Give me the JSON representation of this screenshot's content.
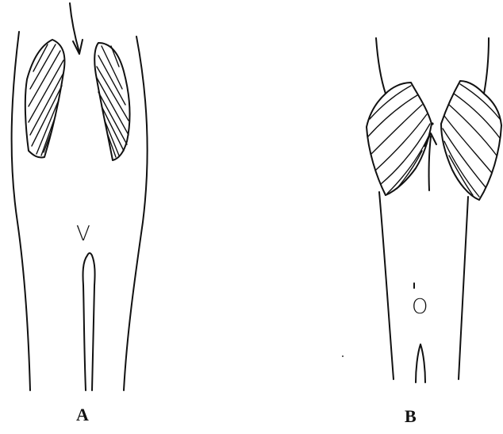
{
  "panels": [
    {
      "id": "A",
      "label": "A"
    },
    {
      "id": "B",
      "label": "B"
    }
  ],
  "marks": {
    "v_mark": "V",
    "o_mark": "O"
  }
}
